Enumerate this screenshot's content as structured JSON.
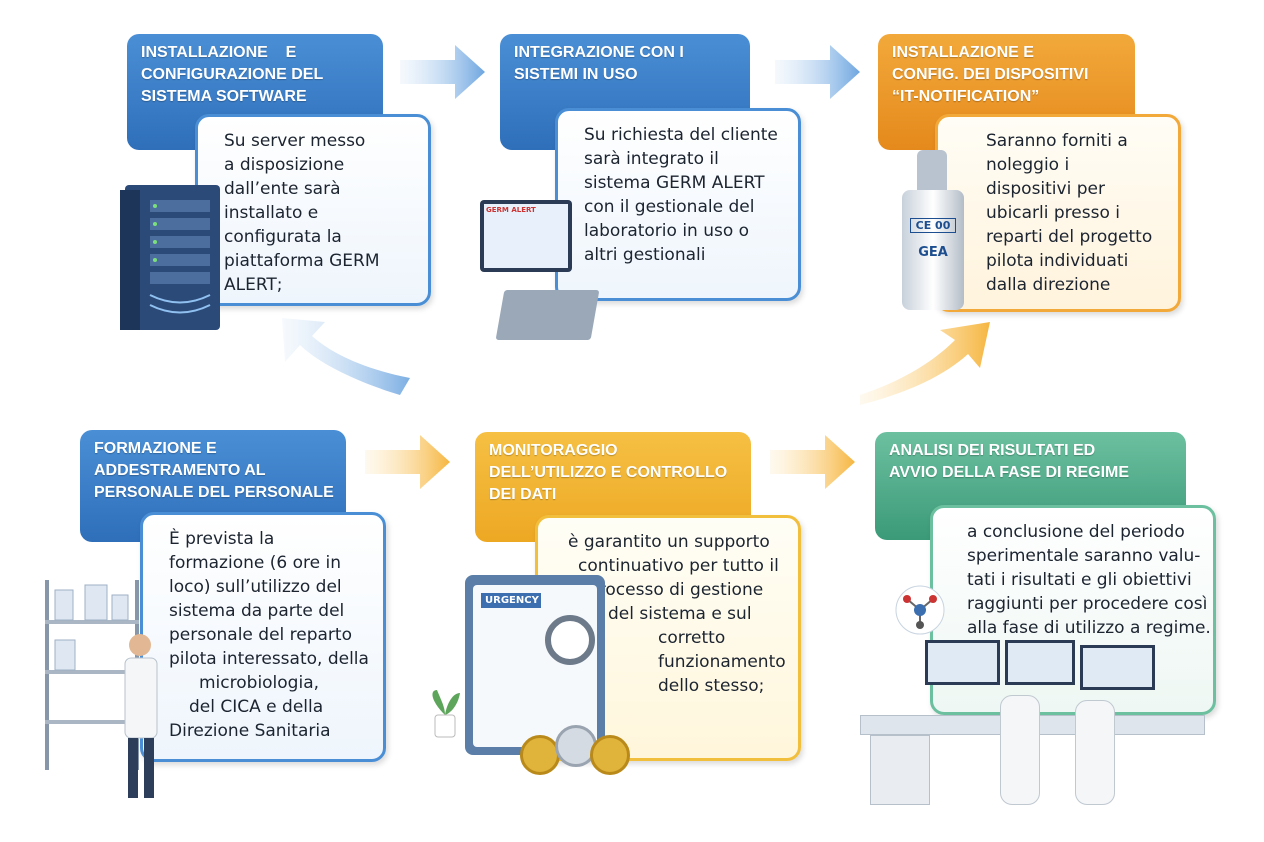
{
  "steps": [
    {
      "title": [
        "INSTALLAZIONE    E",
        "CONFIGURAZIONE DEL",
        "SISTEMA SOFTWARE"
      ],
      "text": [
        "Su server messo",
        "a disposizione",
        "dall’ente sarà",
        "installato e",
        "configurata la",
        "piattaforma GERM",
        "ALERT;"
      ]
    },
    {
      "title": [
        "INTEGRAZIONE CON I",
        "SISTEMI IN USO"
      ],
      "text": [
        "Su richiesta del cliente",
        "sarà integrato il",
        "sistema GERM ALERT",
        "con il gestionale del",
        "laboratorio in uso o",
        "altri gestionali"
      ],
      "screen_label": "GERM ALERT"
    },
    {
      "title": [
        "INSTALLAZIONE E",
        "CONFIG. DEI DISPOSITIVI",
        "“IT-NOTIFICATION”"
      ],
      "text": [
        "Saranno forniti a",
        "noleggio i",
        "dispositivi per",
        "ubicarli presso i",
        "reparti del progetto",
        "pilota individuati",
        "dalla direzione"
      ],
      "device_labels": [
        "CE 00",
        "GEA"
      ]
    },
    {
      "title": [
        "FORMAZIONE E",
        "ADDESTRAMENTO AL",
        "PERSONALE DEL PERSONALE"
      ],
      "text": [
        "È prevista la",
        "formazione (6 ore in",
        "loco) sull’utilizzo del",
        "sistema da parte del",
        "personale del reparto",
        "pilota interessato, della",
        "microbiologia,",
        "del CICA e della",
        "Direzione Sanitaria"
      ]
    },
    {
      "title": [
        "MONITORAGGIO",
        "DELL’UTILIZZO E CONTROLLO",
        "DEI DATI"
      ],
      "text": [
        "è garantito un supporto",
        "continuativo per tutto il",
        "processo di gestione",
        "del sistema e sul",
        "corretto",
        "funzionamento",
        "dello stesso;"
      ],
      "clipboard_label": "URGENCY"
    },
    {
      "title": [
        "ANALISI DEI RISULTATI ED",
        "AVVIO DELLA FASE DI REGIME"
      ],
      "text": [
        "a conclusione del periodo",
        "sperimentale saranno valu-",
        "tati i risultati e gli obiettivi",
        "raggiunti per procedere così",
        "alla fase di utilizzo a regime."
      ]
    }
  ],
  "colors": {
    "blue": "#2f6fba",
    "orange": "#e5891c",
    "yellow": "#eda823",
    "green": "#3b9a78"
  }
}
